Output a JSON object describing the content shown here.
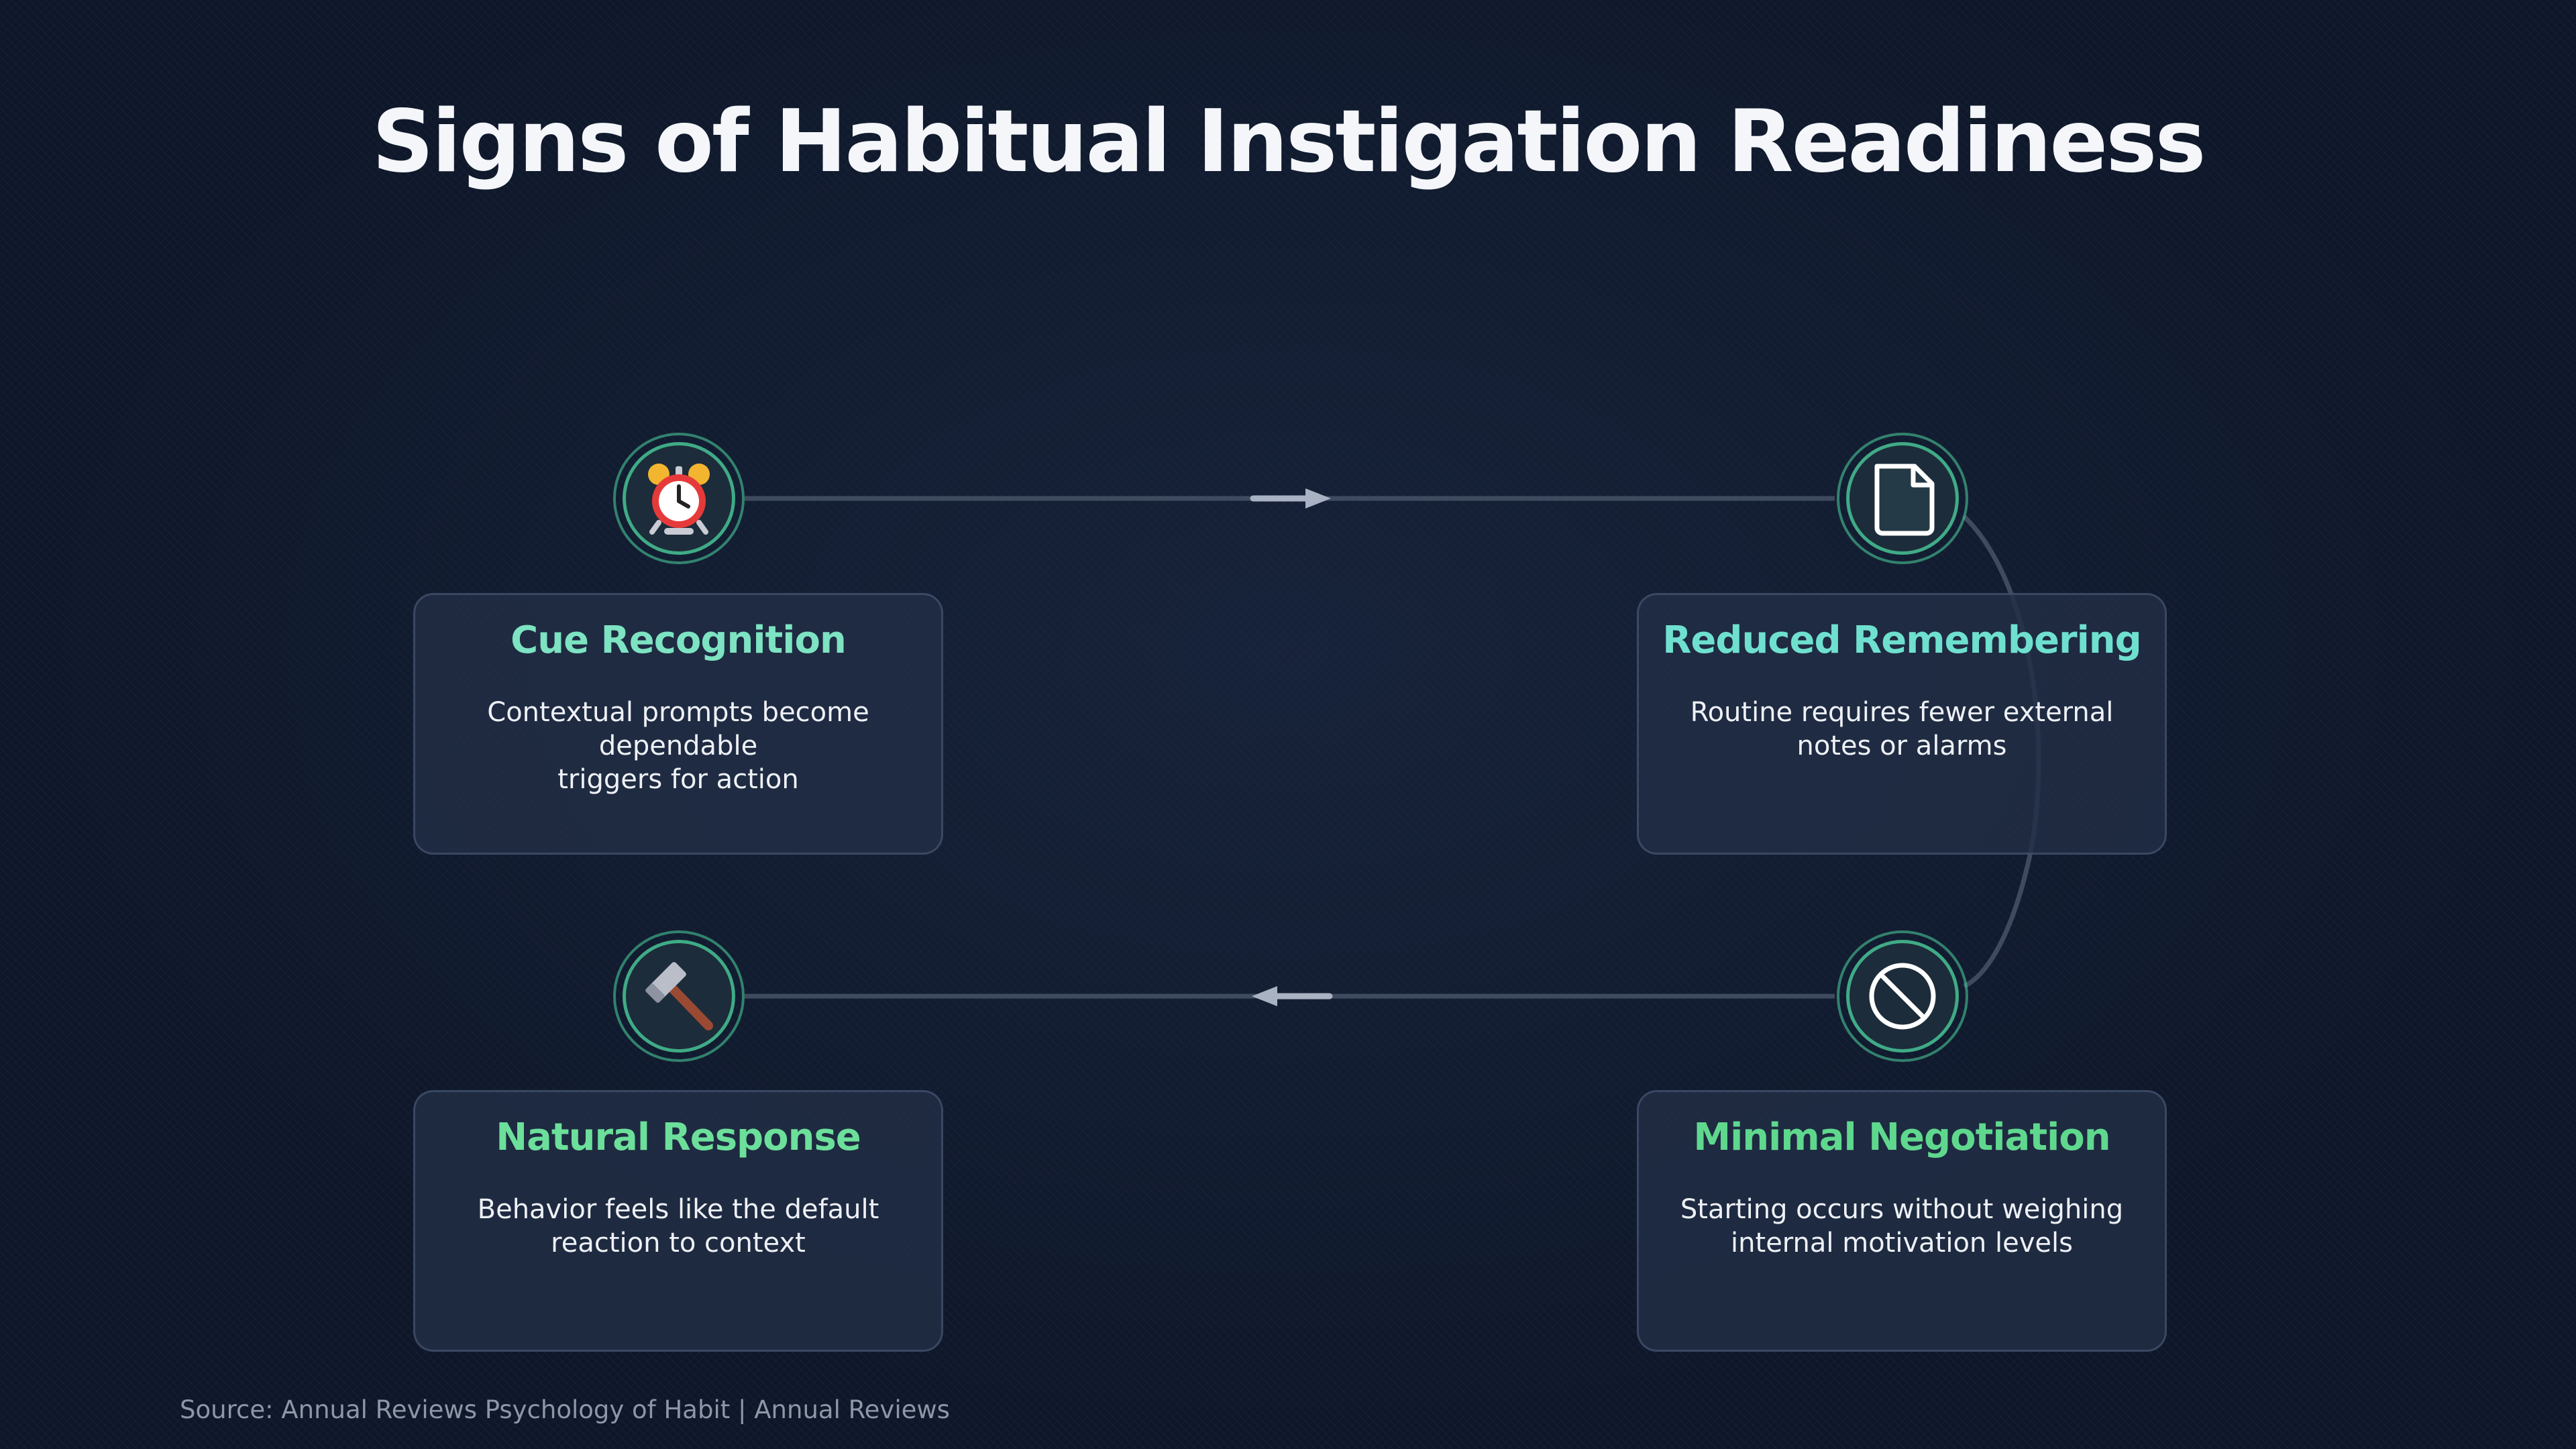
{
  "title": "Signs of Habitual Instigation Readiness",
  "accent_color": "#4cd6a0",
  "steps": [
    {
      "title": "Cue Recognition",
      "description": "Contextual prompts become dependable\ntriggers for action",
      "icon": "alarm-clock-icon",
      "title_color": "#7de3c2"
    },
    {
      "title": "Reduced Remembering",
      "description": "Routine requires fewer external\nnotes or alarms",
      "icon": "document-icon",
      "title_color": "#6fe0cf"
    },
    {
      "title": "Minimal Negotiation",
      "description": "Starting occurs without weighing\ninternal motivation levels",
      "icon": "prohibited-icon",
      "title_color": "#5fd88e"
    },
    {
      "title": "Natural Response",
      "description": "Behavior feels like the default\nreaction to context",
      "icon": "hammer-icon",
      "title_color": "#6cdf9a"
    }
  ],
  "source": "Source: Annual Reviews Psychology of Habit | Annual Reviews"
}
